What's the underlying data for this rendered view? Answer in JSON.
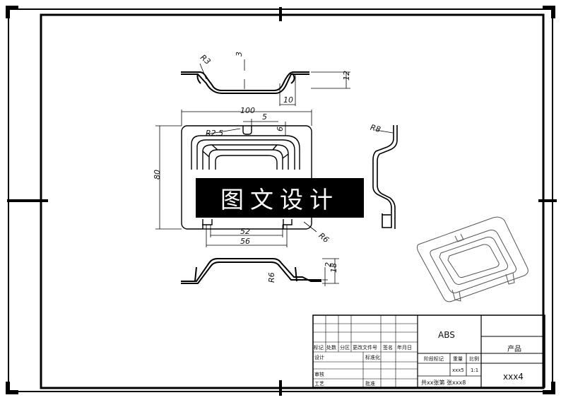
{
  "banner": "图文设计",
  "dims": {
    "r3": "R3",
    "t3": "3",
    "h12": "12",
    "w10": "10",
    "w100": "100",
    "w5": "5",
    "r25": "R2.5",
    "d6": "6",
    "h80": "80",
    "w52": "52",
    "w56": "56",
    "r6": "R6",
    "r8": "R8",
    "h2": "2",
    "h18": "18",
    "r6b": "R6"
  },
  "title_block": {
    "material": "ABS",
    "name": "产品",
    "code": "xxx4",
    "rev_headers": [
      "标记",
      "处数",
      "分区",
      "更改文件号",
      "签名",
      "年月日"
    ],
    "design": "设计",
    "standardize": "标准化",
    "review": "审核",
    "process": "工艺",
    "approve": "批准",
    "stage_mark": "阶段标记",
    "weight": "重量",
    "scale": "比例",
    "weight_value": "xxx5",
    "scale_value": "1:1",
    "sheets": "共xx张第 张xxx8"
  }
}
